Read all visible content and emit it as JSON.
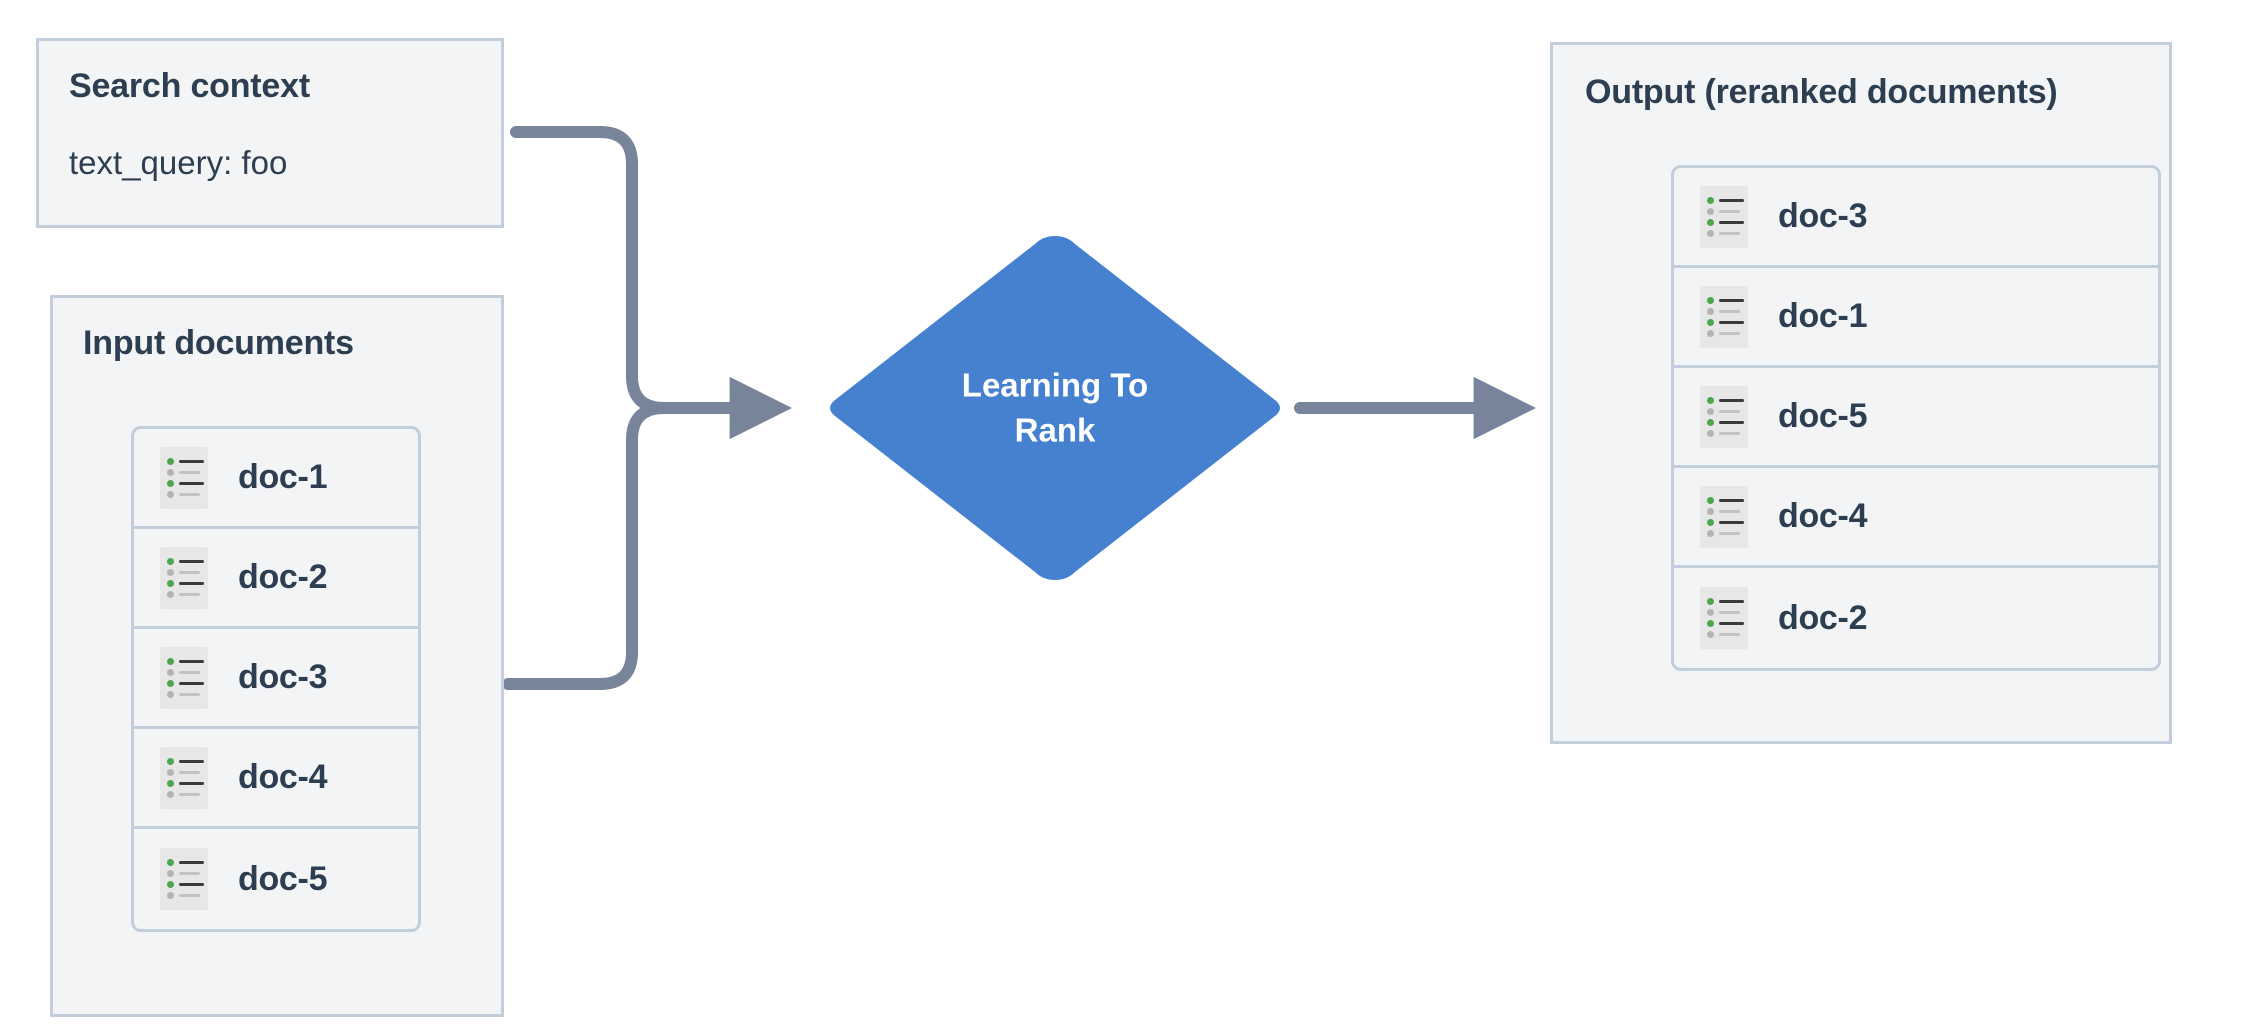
{
  "diagram": {
    "title": "Learning To Rank reranking flow",
    "colors": {
      "panel_fill": "#f2f4f6",
      "panel_border": "#c2cedb",
      "node_blue": "#4581ce",
      "connector_grey": "#77849a",
      "text_dark": "#2c3e50",
      "icon_bg": "#e7e7e7",
      "icon_green": "#4ba64f",
      "icon_grey": "#b4b4b4"
    }
  },
  "search_context": {
    "title": "Search context",
    "field": "text_query: foo"
  },
  "input_documents": {
    "title": "Input documents",
    "items": [
      {
        "label": "doc-1",
        "icon": "document-list-icon"
      },
      {
        "label": "doc-2",
        "icon": "document-list-icon"
      },
      {
        "label": "doc-3",
        "icon": "document-list-icon"
      },
      {
        "label": "doc-4",
        "icon": "document-list-icon"
      },
      {
        "label": "doc-5",
        "icon": "document-list-icon"
      }
    ]
  },
  "process_node": {
    "label": "Learning To\nRank",
    "shape": "diamond"
  },
  "output": {
    "title": "Output (reranked documents)",
    "items": [
      {
        "label": "doc-3",
        "icon": "document-list-icon"
      },
      {
        "label": "doc-1",
        "icon": "document-list-icon"
      },
      {
        "label": "doc-5",
        "icon": "document-list-icon"
      },
      {
        "label": "doc-4",
        "icon": "document-list-icon"
      },
      {
        "label": "doc-2",
        "icon": "document-list-icon"
      }
    ]
  },
  "connectors": [
    {
      "name": "search-context-to-ltr",
      "from": "search_context",
      "to": "process_node",
      "arrow": true
    },
    {
      "name": "input-documents-to-ltr",
      "from": "input_documents",
      "to": "process_node",
      "arrow": true
    },
    {
      "name": "ltr-to-output",
      "from": "process_node",
      "to": "output",
      "arrow": true
    }
  ]
}
